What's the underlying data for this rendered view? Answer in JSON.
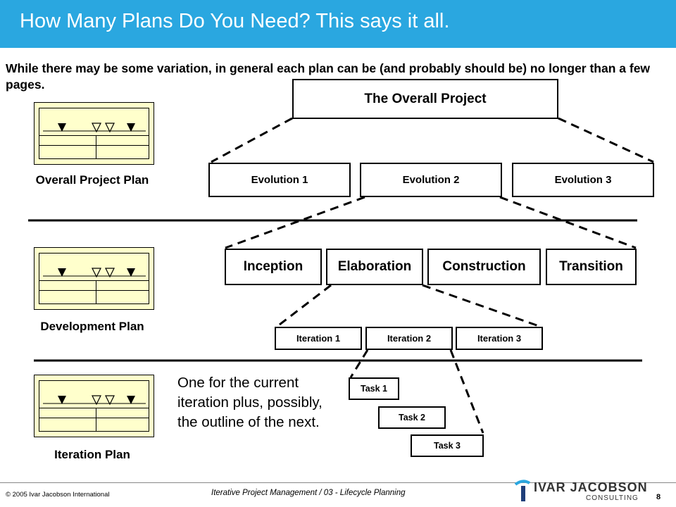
{
  "title": "How Many Plans Do You Need?  This says it all.",
  "intro": "While there may be some variation, in general each plan can be (and probably should be) no longer than a few pages.",
  "overall_project": "The Overall Project",
  "evolutions": [
    "Evolution 1",
    "Evolution 2",
    "Evolution 3"
  ],
  "phases": [
    "Inception",
    "Elaboration",
    "Construction",
    "Transition"
  ],
  "iterations": [
    "Iteration  1",
    "Iteration  2",
    "Iteration  3"
  ],
  "tasks": [
    "Task 1",
    "Task 2",
    "Task 3"
  ],
  "plans": [
    "Overall Project Plan",
    "Development Plan",
    "Iteration Plan"
  ],
  "note": "One for the current iteration plus, possibly, the outline of the next.",
  "footer": {
    "copyright": "© 2005 Ivar Jacobson International",
    "course": "Iterative Project Management  /  03 - Lifecycle Planning",
    "page": "8",
    "logo_main": "IVAR JACOBSON",
    "logo_sub": "CONSULTING"
  },
  "colors": {
    "header": "#2aa7e0",
    "thumb_fill": "#ffffcc"
  },
  "icons": {
    "thumb": "plan-document-icon",
    "logo": "ivar-jacobson-logo-icon"
  }
}
